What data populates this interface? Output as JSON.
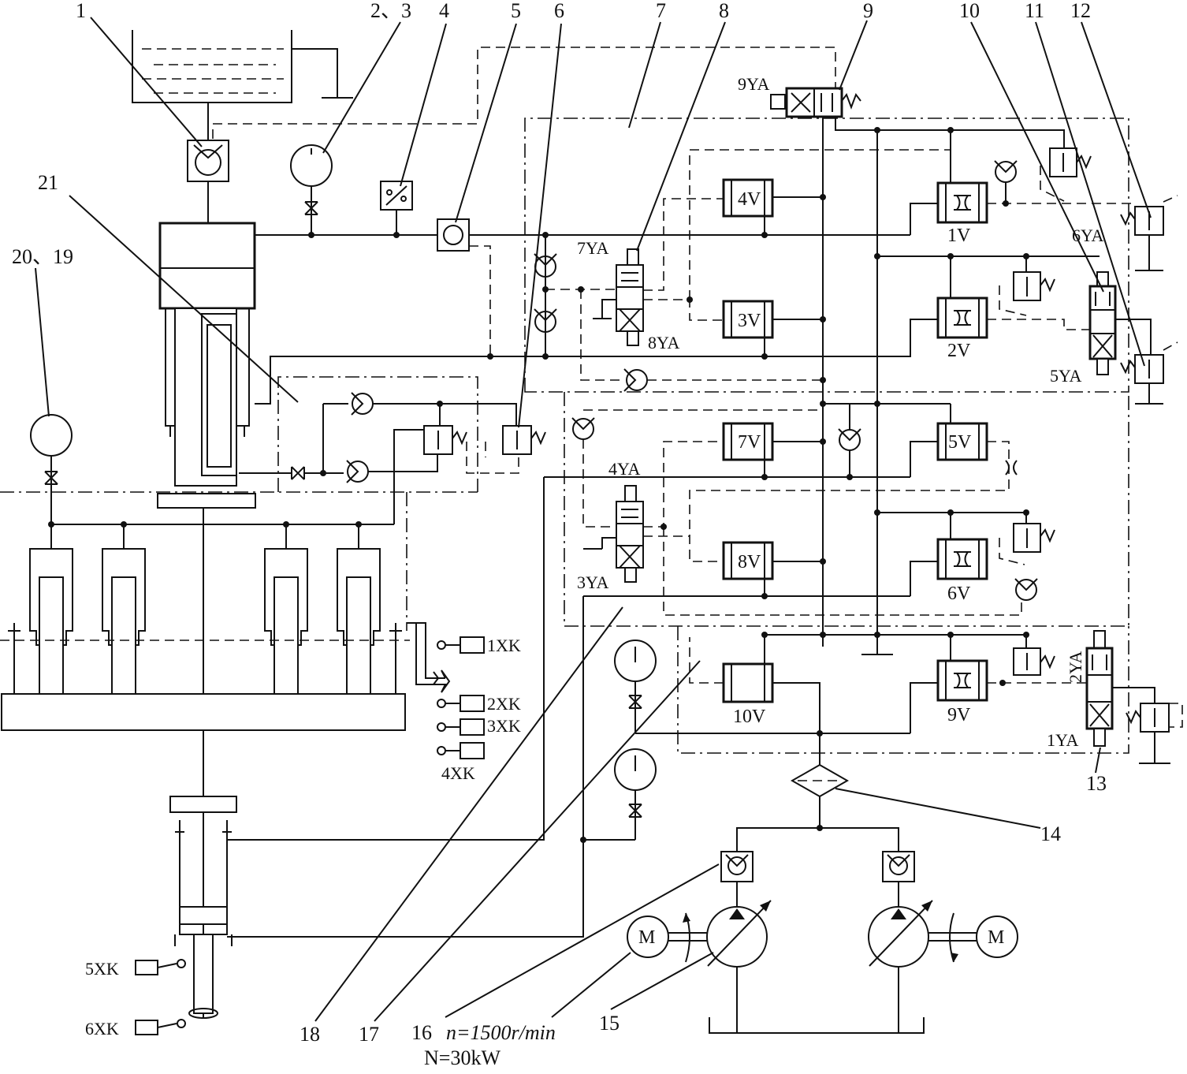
{
  "callouts": [
    "1",
    "2、3",
    "4",
    "5",
    "6",
    "7",
    "8",
    "9",
    "10",
    "11",
    "12",
    "13",
    "14",
    "15",
    "16",
    "17",
    "18",
    "20、19",
    "21"
  ],
  "valves": [
    "1V",
    "2V",
    "3V",
    "4V",
    "5V",
    "6V",
    "7V",
    "8V",
    "9V",
    "10V"
  ],
  "solenoids": [
    "1YA",
    "2YA",
    "3YA",
    "4YA",
    "5YA",
    "6YA",
    "7YA",
    "8YA",
    "9YA"
  ],
  "limit_switches": [
    "1XK",
    "2XK",
    "3XK",
    "4XK",
    "5XK",
    "6XK"
  ],
  "motor_label": "M",
  "spec_speed": "n=1500r/min",
  "spec_power": "N=30kW"
}
